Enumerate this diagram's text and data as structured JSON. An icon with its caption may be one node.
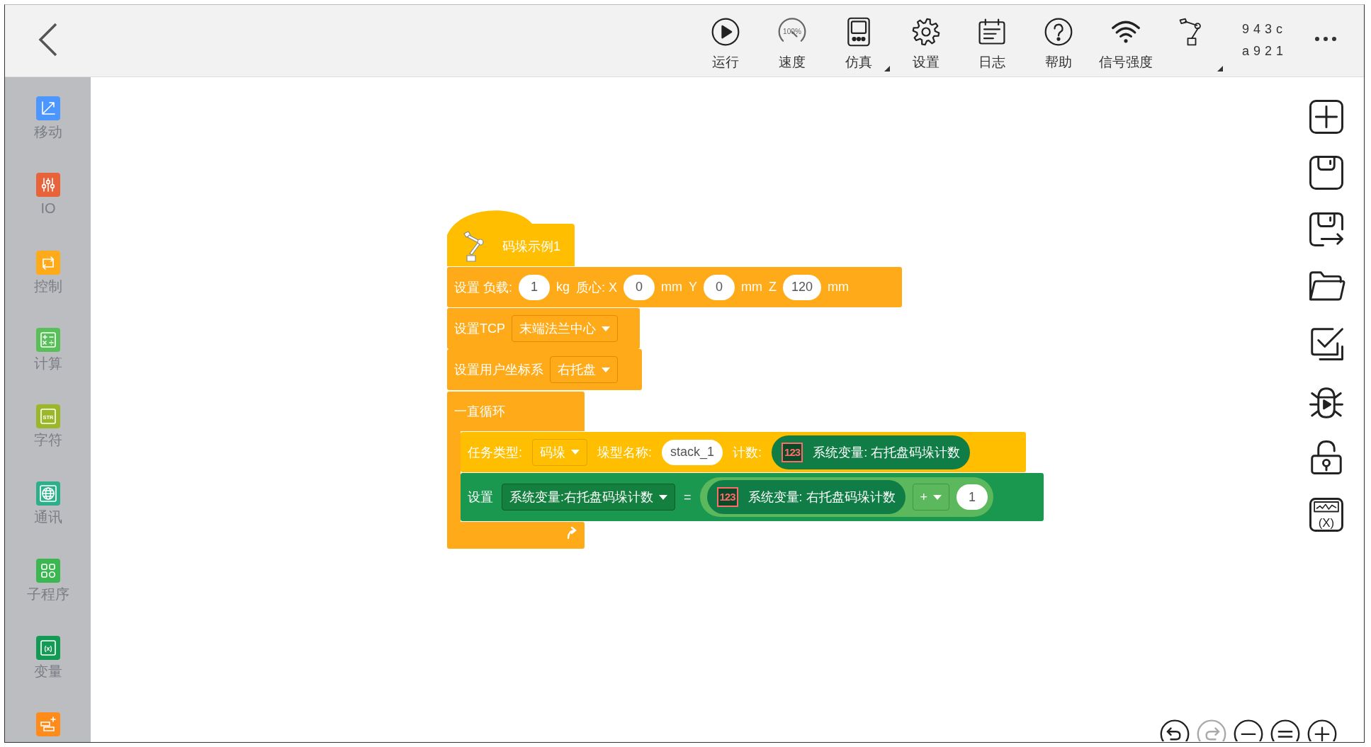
{
  "diagram": {
    "nodes": [
      {
        "text": [
          "码垛示例1"
        ]
      },
      {
        "text": [
          "设置 负载:",
          "kg",
          "质心: X",
          "mm",
          "Y",
          "mm",
          "Z",
          "mm"
        ]
      },
      {
        "text": [
          "1"
        ],
        "in": 1
      },
      {
        "text": [
          "0"
        ],
        "in": 1
      },
      {
        "text": [
          "0"
        ],
        "in": 1
      },
      {
        "text": [
          "120"
        ],
        "in": 1
      },
      {
        "text": [
          "设置TCP"
        ]
      },
      {
        "text": [
          "末端法兰中心"
        ],
        "in": 6
      },
      {
        "text": [
          "设置用户坐标系"
        ]
      },
      {
        "text": [
          "右托盘"
        ],
        "in": 8
      },
      {
        "text": [
          "一直循环"
        ]
      },
      {
        "text": [
          "任务类型:",
          "垛型名称:",
          "计数:"
        ]
      },
      {
        "text": [
          "码垛"
        ],
        "in": 11
      },
      {
        "text": [
          "stack_1"
        ],
        "in": 11
      },
      {
        "text": [
          "123",
          "系统变量: 右托盘码垛计数"
        ],
        "in": 11
      },
      {
        "text": [
          "设置",
          "="
        ]
      },
      {
        "text": [
          "系统变量:右托盘码垛计数"
        ],
        "in": 15
      },
      {
        "text": [],
        "shape": "box",
        "in": 15
      },
      {
        "text": [
          "123",
          "系统变量: 右托盘码垛计数"
        ],
        "in": 17
      },
      {
        "text": [
          "+"
        ],
        "in": 17
      },
      {
        "text": [
          "1"
        ],
        "in": 17
      }
    ],
    "labels": [
      "运行",
      "100%",
      "速度",
      "仿真",
      "设置",
      "日志",
      "帮助",
      "信号强度",
      "943c",
      "a921",
      "移动",
      "IO",
      "控制",
      "计算",
      "STR",
      "字符",
      "通讯",
      "子程序",
      "(x)",
      "变量",
      "(X)"
    ]
  }
}
